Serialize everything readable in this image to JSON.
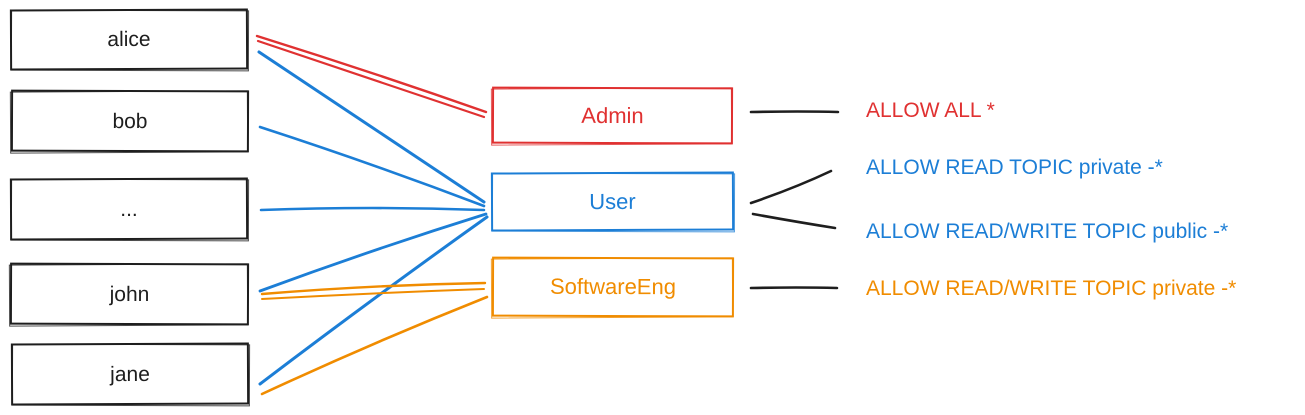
{
  "colors": {
    "ink": "#1e1e1e",
    "red": "#e03131",
    "blue": "#1c7ed6",
    "orange": "#f08c00",
    "bg": "#ffffff"
  },
  "users": [
    {
      "label": "alice"
    },
    {
      "label": "bob"
    },
    {
      "label": "..."
    },
    {
      "label": "john"
    },
    {
      "label": "jane"
    }
  ],
  "roles": [
    {
      "label": "Admin",
      "color": "red"
    },
    {
      "label": "User",
      "color": "blue"
    },
    {
      "label": "SoftwareEng",
      "color": "orange"
    }
  ],
  "permissions": [
    {
      "label": "ALLOW ALL *",
      "color": "red"
    },
    {
      "label": "ALLOW READ TOPIC private -*",
      "color": "blue"
    },
    {
      "label": "ALLOW READ/WRITE TOPIC public -*",
      "color": "blue"
    },
    {
      "label": "ALLOW READ/WRITE TOPIC private -*",
      "color": "orange"
    }
  ],
  "edges": [
    {
      "from": "alice",
      "to": "Admin",
      "color": "red"
    },
    {
      "from": "alice",
      "to": "User",
      "color": "blue"
    },
    {
      "from": "bob",
      "to": "User",
      "color": "blue"
    },
    {
      "from": "...",
      "to": "User",
      "color": "blue"
    },
    {
      "from": "john",
      "to": "User",
      "color": "blue"
    },
    {
      "from": "jane",
      "to": "User",
      "color": "blue"
    },
    {
      "from": "john",
      "to": "SoftwareEng",
      "color": "orange"
    },
    {
      "from": "jane",
      "to": "SoftwareEng",
      "color": "orange"
    }
  ],
  "role_permission_arrows": [
    {
      "from": "Admin",
      "to": "ALLOW ALL *"
    },
    {
      "from": "User",
      "to": "ALLOW READ TOPIC private -*"
    },
    {
      "from": "User",
      "to": "ALLOW READ/WRITE TOPIC public -*"
    },
    {
      "from": "SoftwareEng",
      "to": "ALLOW READ/WRITE TOPIC private -*"
    }
  ]
}
